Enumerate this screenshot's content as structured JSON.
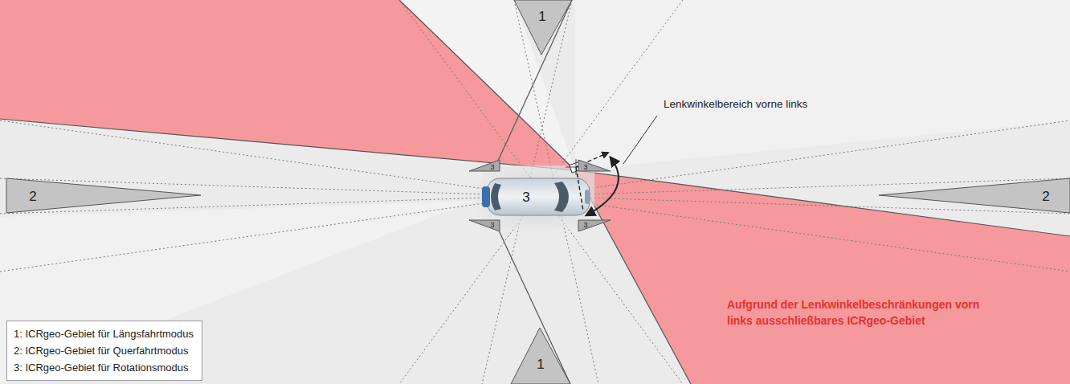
{
  "diagram": {
    "nodes": [
      {
        "text": [
          "1"
        ]
      },
      {
        "text": [
          "2"
        ]
      },
      {
        "text": [
          "3"
        ]
      },
      {
        "text": [
          "3"
        ]
      },
      {
        "text": [
          "3"
        ]
      },
      {
        "text": [
          "3"
        ]
      },
      {
        "text": [
          "3"
        ]
      },
      {
        "text": [
          "2"
        ]
      },
      {
        "text": [
          "1"
        ]
      }
    ],
    "edges": [],
    "labels": [
      "Lenkwinkelbereich vorne links",
      "Aufgrund der Lenkwinkelbeschränkungen vorn links ausschließbares ICRgeo-Gebiet"
    ],
    "legend": [
      {
        "text": "1: ICRgeo-Gebiet für Längsfahrtmodus"
      },
      {
        "text": "2: ICRgeo-Gebiet für Querfahrtmodus"
      },
      {
        "text": "3: ICRgeo-Gebiet für Rotationsmodus"
      }
    ]
  }
}
